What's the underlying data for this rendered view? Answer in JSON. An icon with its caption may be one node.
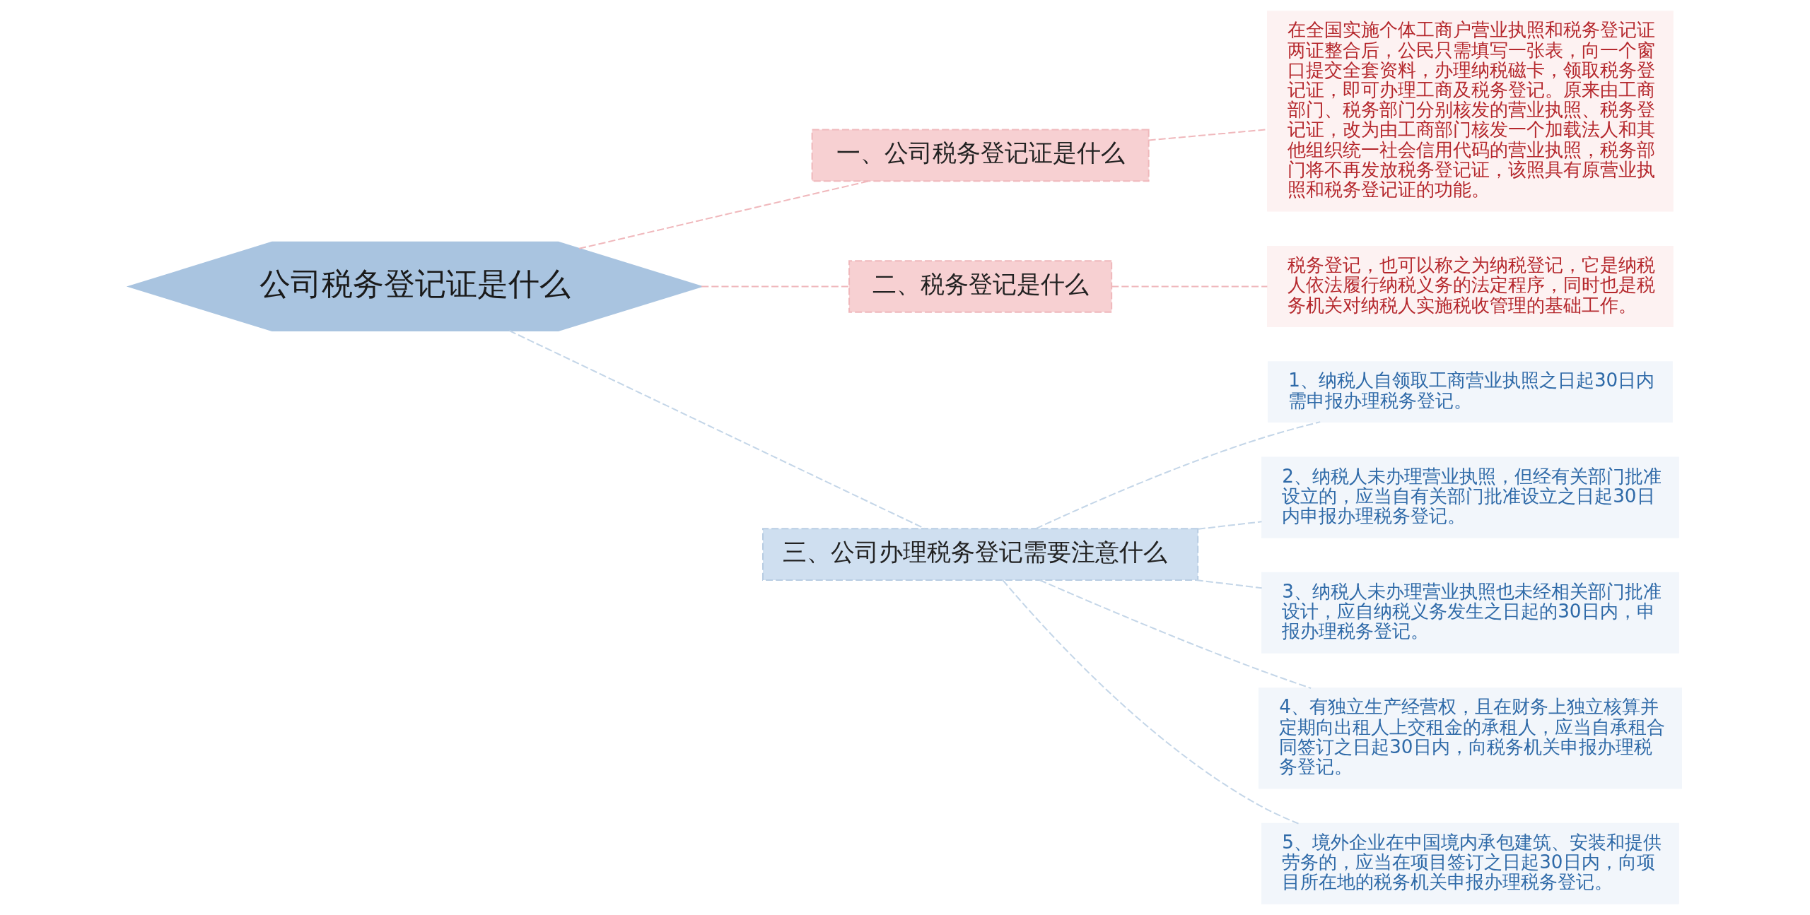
{
  "diagram": {
    "nodes": [
      {
        "text": [
          "公司税务登记证是什么"
        ]
      },
      {
        "text": [
          "一、公司税务登记证是什么"
        ]
      },
      {
        "text": [
          "在全国实施个体工商户营业执照和税务登记证两证整合后，公民只需填写一张表，向一个窗口提交全套资料，办理纳税磁卡，领取税务登记证，即可办理工商及税务登记。原来由工商部门、税务部门分别核发的营业执照、税务登记证，改为由工商部门核发一个加载法人和其他组织统一社会信用代码的营业执照，税务部门将不再发放税务登记证，该照具有原营业执照和税务登记证的功能。"
        ]
      },
      {
        "text": [
          "二、税务登记是什么"
        ]
      },
      {
        "text": [
          "税务登记，也可以称之为纳税登记，它是纳税人依法履行纳税义务的法定程序，同时也是税务机关对纳税人实施税收管理的基础工作。"
        ]
      },
      {
        "text": [
          "三、公司办理税务登记需要注意什么"
        ]
      },
      {
        "text": [
          "1、纳税人自领取工商营业执照之日起30日内需申报办理税务登记。"
        ]
      },
      {
        "text": [
          "2、纳税人未办理营业执照，但经有关部门批准设立的，应当自有关部门批准设立之日起30日内申报办理税务登记。"
        ]
      },
      {
        "text": [
          "3、纳税人未办理营业执照也未经相关部门批准设计，应自纳税义务发生之日起的30日内，申报办理税务登记。"
        ]
      },
      {
        "text": [
          "4、有独立生产经营权，且在财务上独立核算并定期向出租人上交租金的承租人，应当自承租合同签订之日起30日内，向税务机关申报办理税务登记。"
        ]
      },
      {
        "text": [
          "5、境外企业在中国境内承包建筑、安装和提供劳务的，应当在项目签订之日起30日内，向项目所在地的税务机关申报办理税务登记。"
        ]
      }
    ],
    "edges": [
      {
        "from": 0,
        "to": 1,
        "arrow": "none",
        "style": "dashed",
        "color": "#f0b8bc"
      },
      {
        "from": 1,
        "to": 2,
        "arrow": "none",
        "style": "dashed",
        "color": "#f0b8bc"
      },
      {
        "from": 0,
        "to": 3,
        "arrow": "none",
        "style": "dashed",
        "color": "#f0b8bc"
      },
      {
        "from": 3,
        "to": 4,
        "arrow": "none",
        "style": "dashed",
        "color": "#f0b8bc"
      },
      {
        "from": 0,
        "to": 5,
        "arrow": "none",
        "style": "dashed"
      },
      {
        "from": 5,
        "to": 6,
        "arrow": "none",
        "style": "dashed"
      },
      {
        "from": 5,
        "to": 7,
        "arrow": "none",
        "style": "dashed"
      },
      {
        "from": 5,
        "to": 8,
        "arrow": "none",
        "style": "dashed"
      },
      {
        "from": 5,
        "to": 9,
        "arrow": "none",
        "style": "dashed"
      },
      {
        "from": 5,
        "to": 10,
        "arrow": "none",
        "style": "dashed"
      }
    ]
  }
}
